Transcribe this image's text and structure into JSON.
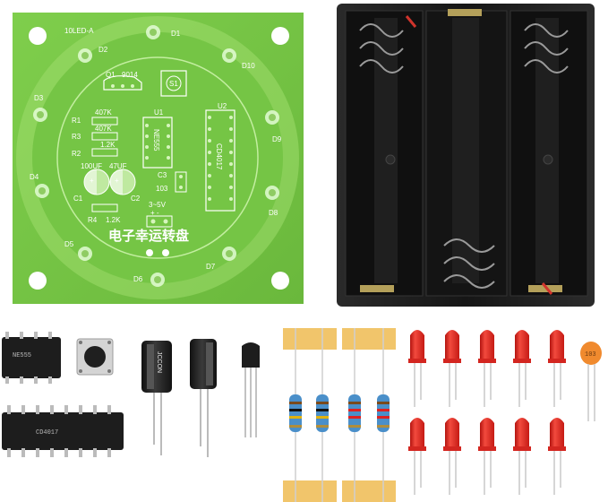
{
  "colors": {
    "pcb_green": "#7cc94a",
    "pcb_ring": "#a8e07a",
    "battery_black": "#1c1c1c",
    "led_red": "#e8261f",
    "resistor_blue": "#4a8fc9",
    "tape_yellow": "#f1c56b",
    "ceramic_orange": "#f08a2e"
  },
  "pcb": {
    "model": "10LED-A",
    "title": "电子幸运转盘",
    "transistor_label": "Q1",
    "transistor_part": "9014",
    "switch_label": "S1",
    "ic1_label": "U1",
    "ic1_part": "NE555",
    "ic2_label": "U2",
    "ic2_part": "CD4017",
    "r1_label": "R1",
    "r1_value": "407K",
    "r3_label": "R3",
    "r3_value": "407K",
    "r2_label": "R2",
    "r2_value": "1.2K",
    "c1_value": "100UF",
    "c2_value": "47UF",
    "c1_label": "C1",
    "c2_label": "C2",
    "c3_label": "C3",
    "c3_value": "103",
    "r4_label": "R4",
    "r4_value": "1.2K",
    "power_label": "3~5V",
    "power_polarity": "+ -",
    "led_labels": [
      "D1",
      "D2",
      "D3",
      "D4",
      "D5",
      "D6",
      "D7",
      "D8",
      "D9",
      "D10"
    ]
  },
  "components": {
    "ceramic_cap_marking": "103",
    "electrolytic_marking": "JCCON"
  }
}
